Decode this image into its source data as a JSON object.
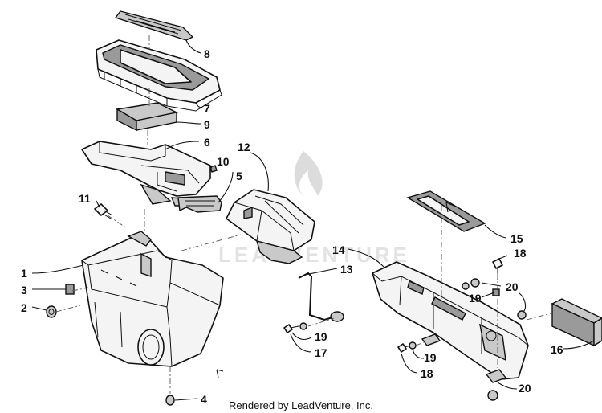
{
  "watermark": {
    "text": "LEADVENTURE"
  },
  "footer": {
    "credit": "Rendered by LeadVenture, Inc."
  },
  "callouts": {
    "c1": "1",
    "c2": "2",
    "c3": "3",
    "c4": "4",
    "c5": "5",
    "c6": "6",
    "c7": "7",
    "c8": "8",
    "c9": "9",
    "c10": "10",
    "c11": "11",
    "c12": "12",
    "c13": "13",
    "c14": "14",
    "c15": "15",
    "c16": "16",
    "c17": "17",
    "c18a": "18",
    "c18b": "18",
    "c19a": "19",
    "c19b": "19",
    "c19c": "19",
    "c20a": "20",
    "c20b": "20"
  }
}
